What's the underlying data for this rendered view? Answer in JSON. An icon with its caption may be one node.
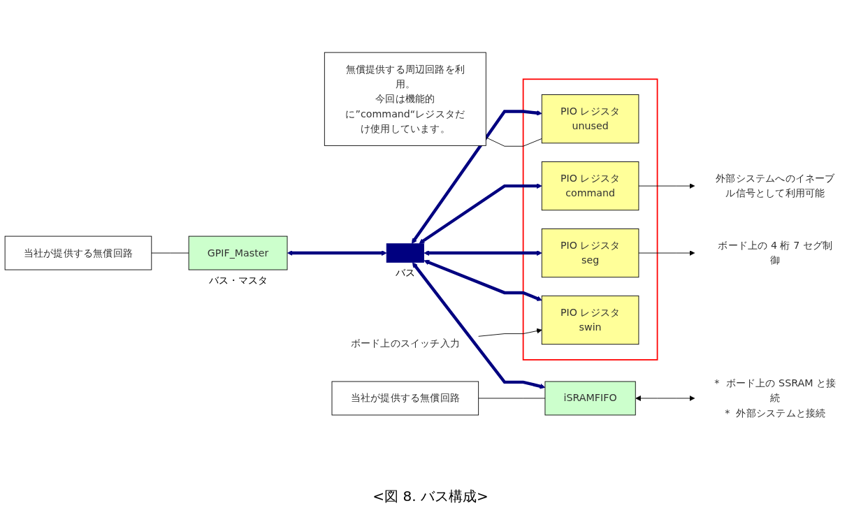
{
  "diagram": {
    "caption": "<図 8. バス構成>",
    "nodes": [
      {
        "text": [
          "GPIF_Master"
        ],
        "beside": [
          "バス・マスタ"
        ]
      },
      {
        "text": [],
        "shape": "bar",
        "beside": [
          "バス"
        ]
      },
      {
        "text": [],
        "shape": "box"
      },
      {
        "text": [
          "PIO レジスタ",
          "unused"
        ],
        "in": 2
      },
      {
        "text": [
          "PIO レジスタ",
          "command"
        ],
        "in": 2
      },
      {
        "text": [
          "PIO レジスタ",
          "seg"
        ],
        "in": 2
      },
      {
        "text": [
          "PIO レジスタ",
          "swin"
        ],
        "in": 2
      },
      {
        "text": [
          "iSRAMFIFO"
        ]
      },
      {
        "text": [
          "無償提供する周辺回路を利用。",
          "今回は機能的に”command“レジスタだけ使用しています。"
        ]
      },
      {
        "text": [
          "当社が提供する無償回路"
        ]
      },
      {
        "text": [
          "当社が提供する無償回路"
        ]
      },
      {
        "text": [
          "外部システムへのイネーブル信号として利用可能"
        ]
      },
      {
        "text": [
          "ボード上の 4 桁 7 セグ制御"
        ]
      },
      {
        "text": [
          "ボード上のスイッチ入力"
        ]
      },
      {
        "text": [
          "*  ボード上の SSRAM と接続",
          "*  外部システムと接続"
        ]
      }
    ],
    "edges": [
      {
        "from": 0,
        "to": 1,
        "arrow": "both",
        "style": "thick",
        "color": "#000080"
      },
      {
        "from": 1,
        "to": 3,
        "arrow": "both",
        "style": "thick",
        "color": "#000080"
      },
      {
        "from": 1,
        "to": 4,
        "arrow": "both",
        "style": "thick",
        "color": "#000080"
      },
      {
        "from": 1,
        "to": 5,
        "arrow": "both",
        "style": "thick",
        "color": "#000080"
      },
      {
        "from": 1,
        "to": 6,
        "arrow": "both",
        "style": "thick",
        "color": "#000080"
      },
      {
        "from": 1,
        "to": 7,
        "arrow": "both",
        "style": "thick",
        "color": "#000080"
      },
      {
        "from": 4,
        "to": 11,
        "arrow": "to"
      },
      {
        "from": 5,
        "to": 12,
        "arrow": "to"
      },
      {
        "from": 13,
        "to": 6,
        "arrow": "to"
      },
      {
        "from": 7,
        "to": 14,
        "arrow": "both"
      },
      {
        "from": 8,
        "to": 3,
        "arrow": "none"
      },
      {
        "from": 9,
        "to": 0,
        "arrow": "none"
      },
      {
        "from": 10,
        "to": 7,
        "arrow": "none"
      }
    ]
  }
}
